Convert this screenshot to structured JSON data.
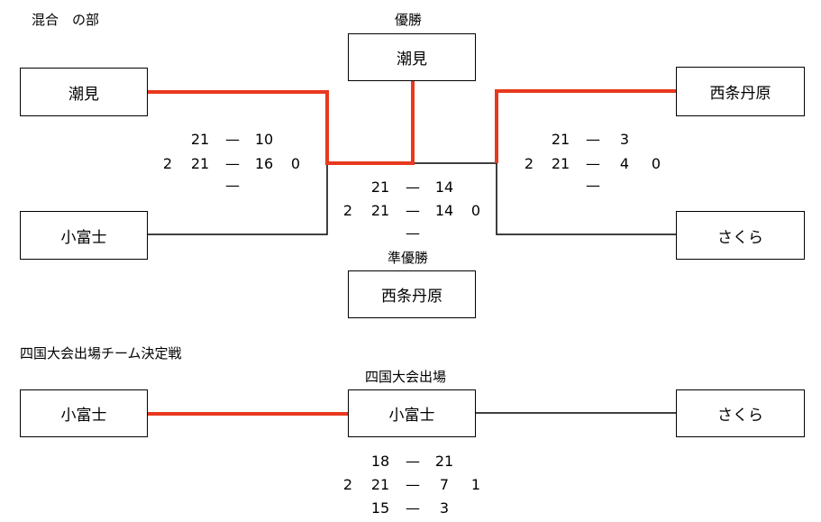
{
  "main_section": {
    "title": "混合　の部",
    "champion_label": "優勝",
    "champion": "潮見",
    "runner_up_label": "準優勝",
    "runner_up": "西条丹原",
    "left_top": "潮見",
    "left_bottom": "小富士",
    "right_top": "西条丹原",
    "right_bottom": "さくら",
    "left_match": {
      "rows": [
        {
          "a": "",
          "b": "21",
          "dash": "—",
          "c": "10",
          "d": ""
        },
        {
          "a": "2",
          "b": "21",
          "dash": "—",
          "c": "16",
          "d": "0"
        },
        {
          "a": "",
          "b": "",
          "dash": "—",
          "c": "",
          "d": ""
        }
      ]
    },
    "right_match": {
      "rows": [
        {
          "a": "",
          "b": "21",
          "dash": "—",
          "c": "3",
          "d": ""
        },
        {
          "a": "2",
          "b": "21",
          "dash": "—",
          "c": "4",
          "d": "0"
        },
        {
          "a": "",
          "b": "",
          "dash": "—",
          "c": "",
          "d": ""
        }
      ]
    },
    "final_match": {
      "rows": [
        {
          "a": "",
          "b": "21",
          "dash": "—",
          "c": "14",
          "d": ""
        },
        {
          "a": "2",
          "b": "21",
          "dash": "—",
          "c": "14",
          "d": "0"
        },
        {
          "a": "",
          "b": "",
          "dash": "—",
          "c": "",
          "d": ""
        }
      ]
    }
  },
  "playoff_section": {
    "title": "四国大会出場チーム決定戦",
    "winner_label": "四国大会出場",
    "winner": "小富士",
    "left": "小富士",
    "right": "さくら",
    "match": {
      "rows": [
        {
          "a": "",
          "b": "18",
          "dash": "—",
          "c": "21",
          "d": ""
        },
        {
          "a": "2",
          "b": "21",
          "dash": "—",
          "c": "7",
          "d": "1"
        },
        {
          "a": "",
          "b": "15",
          "dash": "—",
          "c": "3",
          "d": ""
        }
      ]
    }
  },
  "colors": {
    "winner_line": "#e8391e",
    "line": "#000000"
  }
}
